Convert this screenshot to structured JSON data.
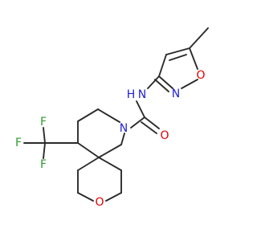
{
  "molecule": {
    "atom_labels": {
      "fluorine_1": "F",
      "fluorine_2": "F",
      "fluorine_3": "F",
      "nitrogen_amide": "N",
      "hydrogen_amide": "H",
      "oxygen_carbonyl": "O",
      "nitrogen_ring": "N",
      "oxygen_isoxazole": "O",
      "nitrogen_isoxazole": "N",
      "oxygen_oxane": "O"
    },
    "colors": {
      "carbon_bond": "#2b2b2b",
      "nitrogen": "#1f1fd6",
      "oxygen": "#e00000",
      "fluorine": "#2f9c2f"
    }
  }
}
